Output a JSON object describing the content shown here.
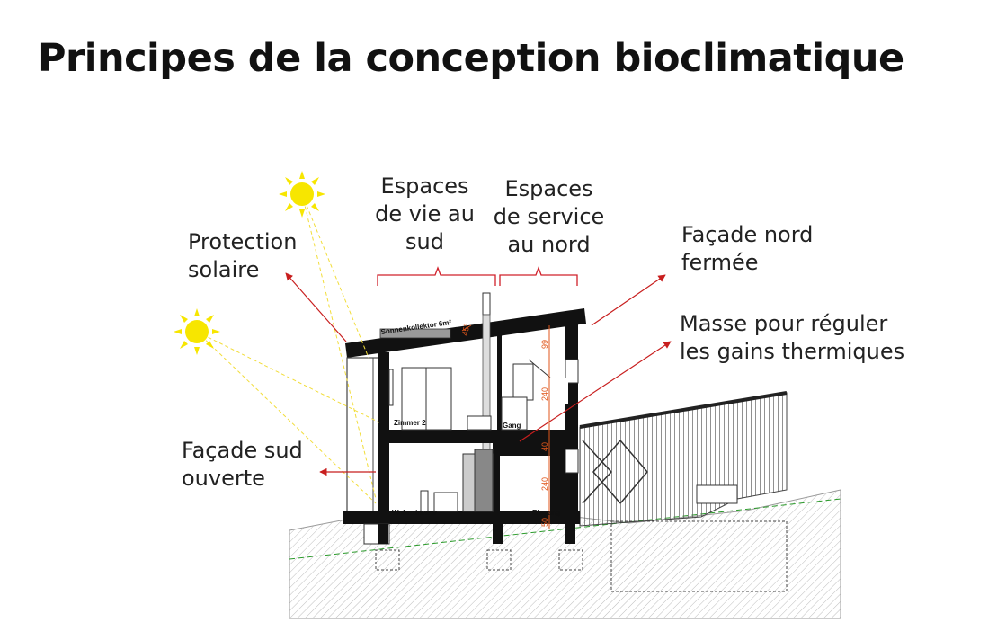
{
  "title": "Principes de la conception bioclimatique",
  "labels": {
    "protection_solaire": "Protection\nsolaire",
    "espaces_vie": "Espaces\nde vie au\nsud",
    "espaces_service": "Espaces\nde service\nau nord",
    "facade_nord": "Façade nord\nfermée",
    "masse": "Masse pour réguler\nles gains thermiques",
    "facade_sud": "Façade sud\nouverte"
  },
  "drawing_text": {
    "collector": "Sonnenkollektor 6m²",
    "zimmer": "Zimmer 2",
    "gang": "Gang",
    "wohnzimmer": "Wohnzimmer",
    "eingang": "Eingang",
    "angle": "45°",
    "dims": [
      "99",
      "240",
      "40",
      "240",
      "50"
    ]
  },
  "colors": {
    "sun": "#f7e600",
    "arrow": "#c81e1e",
    "brace": "#d0202a",
    "dimension": "#e0561b",
    "structure": "#111111"
  }
}
